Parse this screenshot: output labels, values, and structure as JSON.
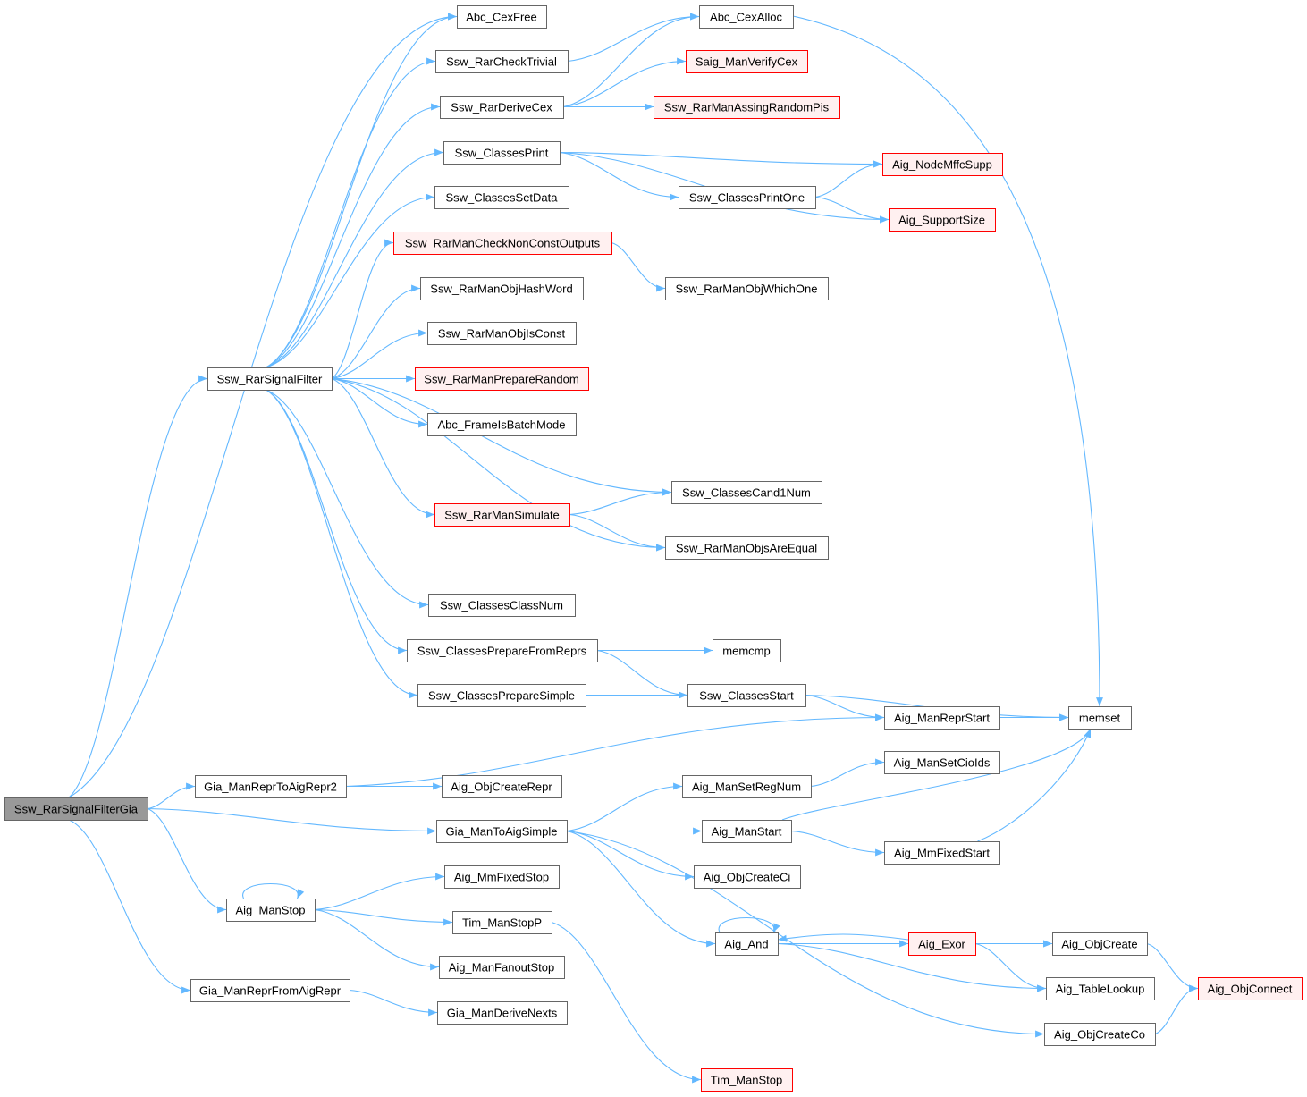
{
  "colors": {
    "edge": "#63b8ff",
    "root_fill": "#999999",
    "normal_border": "#666666",
    "red_border": "#ff0000",
    "red_fill": "#fff0f0"
  },
  "nodes": [
    {
      "id": "root",
      "label": "Ssw_RarSignalFilterGia",
      "style": "root"
    },
    {
      "id": "cexfree",
      "label": "Abc_CexFree",
      "style": "normal"
    },
    {
      "id": "chktriv",
      "label": "Ssw_RarCheckTrivial",
      "style": "normal"
    },
    {
      "id": "derive",
      "label": "Ssw_RarDeriveCex",
      "style": "normal"
    },
    {
      "id": "clprint",
      "label": "Ssw_ClassesPrint",
      "style": "normal"
    },
    {
      "id": "setdata",
      "label": "Ssw_ClassesSetData",
      "style": "normal"
    },
    {
      "id": "nonconst",
      "label": "Ssw_RarManCheckNonConstOutputs",
      "style": "red"
    },
    {
      "id": "hashword",
      "label": "Ssw_RarManObjHashWord",
      "style": "normal"
    },
    {
      "id": "isconst",
      "label": "Ssw_RarManObjIsConst",
      "style": "normal"
    },
    {
      "id": "prand",
      "label": "Ssw_RarManPrepareRandom",
      "style": "red"
    },
    {
      "id": "batch",
      "label": "Abc_FrameIsBatchMode",
      "style": "normal"
    },
    {
      "id": "simulate",
      "label": "Ssw_RarManSimulate",
      "style": "red"
    },
    {
      "id": "classnum",
      "label": "Ssw_ClassesClassNum",
      "style": "normal"
    },
    {
      "id": "pfr",
      "label": "Ssw_ClassesPrepareFromReprs",
      "style": "normal"
    },
    {
      "id": "psimple",
      "label": "Ssw_ClassesPrepareSimple",
      "style": "normal"
    },
    {
      "id": "sigfilter",
      "label": "Ssw_RarSignalFilter",
      "style": "normal"
    },
    {
      "id": "repr2",
      "label": "Gia_ManReprToAigRepr2",
      "style": "normal"
    },
    {
      "id": "crepr",
      "label": "Aig_ObjCreateRepr",
      "style": "normal"
    },
    {
      "id": "toaig",
      "label": "Gia_ManToAigSimple",
      "style": "normal"
    },
    {
      "id": "manstop",
      "label": "Aig_ManStop",
      "style": "normal"
    },
    {
      "id": "mmstop",
      "label": "Aig_MmFixedStop",
      "style": "normal"
    },
    {
      "id": "timstopp",
      "label": "Tim_ManStopP",
      "style": "normal"
    },
    {
      "id": "fanstop",
      "label": "Aig_ManFanoutStop",
      "style": "normal"
    },
    {
      "id": "reprfrom",
      "label": "Gia_ManReprFromAigRepr",
      "style": "normal"
    },
    {
      "id": "nexts",
      "label": "Gia_ManDeriveNexts",
      "style": "normal"
    },
    {
      "id": "cexalloc",
      "label": "Abc_CexAlloc",
      "style": "normal"
    },
    {
      "id": "verify",
      "label": "Saig_ManVerifyCex",
      "style": "red"
    },
    {
      "id": "assing",
      "label": "Ssw_RarManAssingRandomPis",
      "style": "red"
    },
    {
      "id": "printone",
      "label": "Ssw_ClassesPrintOne",
      "style": "normal"
    },
    {
      "id": "whichone",
      "label": "Ssw_RarManObjWhichOne",
      "style": "normal"
    },
    {
      "id": "cand1",
      "label": "Ssw_ClassesCand1Num",
      "style": "normal"
    },
    {
      "id": "objseq",
      "label": "Ssw_RarManObjsAreEqual",
      "style": "normal"
    },
    {
      "id": "memcmp",
      "label": "memcmp",
      "style": "normal"
    },
    {
      "id": "clstart",
      "label": "Ssw_ClassesStart",
      "style": "normal"
    },
    {
      "id": "setreg",
      "label": "Aig_ManSetRegNum",
      "style": "normal"
    },
    {
      "id": "manstart",
      "label": "Aig_ManStart",
      "style": "normal"
    },
    {
      "id": "createci",
      "label": "Aig_ObjCreateCi",
      "style": "normal"
    },
    {
      "id": "and",
      "label": "Aig_And",
      "style": "normal"
    },
    {
      "id": "timstop",
      "label": "Tim_ManStop",
      "style": "red"
    },
    {
      "id": "mffc",
      "label": "Aig_NodeMffcSupp",
      "style": "red"
    },
    {
      "id": "suppsize",
      "label": "Aig_SupportSize",
      "style": "red"
    },
    {
      "id": "reprstart",
      "label": "Aig_ManReprStart",
      "style": "normal"
    },
    {
      "id": "cioids",
      "label": "Aig_ManSetCioIds",
      "style": "normal"
    },
    {
      "id": "mmstart",
      "label": "Aig_MmFixedStart",
      "style": "normal"
    },
    {
      "id": "exor",
      "label": "Aig_Exor",
      "style": "red"
    },
    {
      "id": "memset",
      "label": "memset",
      "style": "normal"
    },
    {
      "id": "objcreate",
      "label": "Aig_ObjCreate",
      "style": "normal"
    },
    {
      "id": "tablelookup",
      "label": "Aig_TableLookup",
      "style": "normal"
    },
    {
      "id": "createco",
      "label": "Aig_ObjCreateCo",
      "style": "normal"
    },
    {
      "id": "connect",
      "label": "Aig_ObjConnect",
      "style": "red"
    }
  ],
  "edges": [
    [
      "root",
      "cexfree"
    ],
    [
      "root",
      "sigfilter"
    ],
    [
      "root",
      "repr2"
    ],
    [
      "root",
      "toaig"
    ],
    [
      "root",
      "manstop"
    ],
    [
      "root",
      "reprfrom"
    ],
    [
      "sigfilter",
      "cexfree"
    ],
    [
      "sigfilter",
      "chktriv"
    ],
    [
      "sigfilter",
      "derive"
    ],
    [
      "sigfilter",
      "clprint"
    ],
    [
      "sigfilter",
      "setdata"
    ],
    [
      "sigfilter",
      "nonconst"
    ],
    [
      "sigfilter",
      "hashword"
    ],
    [
      "sigfilter",
      "isconst"
    ],
    [
      "sigfilter",
      "prand"
    ],
    [
      "sigfilter",
      "batch"
    ],
    [
      "sigfilter",
      "cand1"
    ],
    [
      "sigfilter",
      "simulate"
    ],
    [
      "sigfilter",
      "objseq"
    ],
    [
      "sigfilter",
      "classnum"
    ],
    [
      "sigfilter",
      "pfr"
    ],
    [
      "sigfilter",
      "psimple"
    ],
    [
      "chktriv",
      "cexalloc"
    ],
    [
      "derive",
      "cexalloc"
    ],
    [
      "derive",
      "verify"
    ],
    [
      "derive",
      "assing"
    ],
    [
      "clprint",
      "mffc"
    ],
    [
      "clprint",
      "printone"
    ],
    [
      "clprint",
      "suppsize"
    ],
    [
      "printone",
      "mffc"
    ],
    [
      "printone",
      "suppsize"
    ],
    [
      "nonconst",
      "whichone"
    ],
    [
      "simulate",
      "cand1"
    ],
    [
      "simulate",
      "objseq"
    ],
    [
      "pfr",
      "memcmp"
    ],
    [
      "pfr",
      "clstart"
    ],
    [
      "psimple",
      "clstart"
    ],
    [
      "clstart",
      "memset"
    ],
    [
      "clstart",
      "reprstart"
    ],
    [
      "reprstart",
      "memset"
    ],
    [
      "cexalloc",
      "memset"
    ],
    [
      "repr2",
      "reprstart"
    ],
    [
      "repr2",
      "crepr"
    ],
    [
      "toaig",
      "setreg"
    ],
    [
      "toaig",
      "manstart"
    ],
    [
      "toaig",
      "createci"
    ],
    [
      "toaig",
      "and"
    ],
    [
      "toaig",
      "createco"
    ],
    [
      "setreg",
      "cioids"
    ],
    [
      "manstart",
      "memset"
    ],
    [
      "manstart",
      "mmstart"
    ],
    [
      "mmstart",
      "memset"
    ],
    [
      "manstop",
      "manstop"
    ],
    [
      "manstop",
      "mmstop"
    ],
    [
      "manstop",
      "timstopp"
    ],
    [
      "manstop",
      "fanstop"
    ],
    [
      "timstopp",
      "timstop"
    ],
    [
      "reprfrom",
      "nexts"
    ],
    [
      "and",
      "and"
    ],
    [
      "and",
      "exor"
    ],
    [
      "and",
      "objcreate"
    ],
    [
      "and",
      "tablelookup"
    ],
    [
      "exor",
      "and"
    ],
    [
      "exor",
      "objcreate"
    ],
    [
      "exor",
      "tablelookup"
    ],
    [
      "objcreate",
      "connect"
    ],
    [
      "createco",
      "connect"
    ]
  ]
}
